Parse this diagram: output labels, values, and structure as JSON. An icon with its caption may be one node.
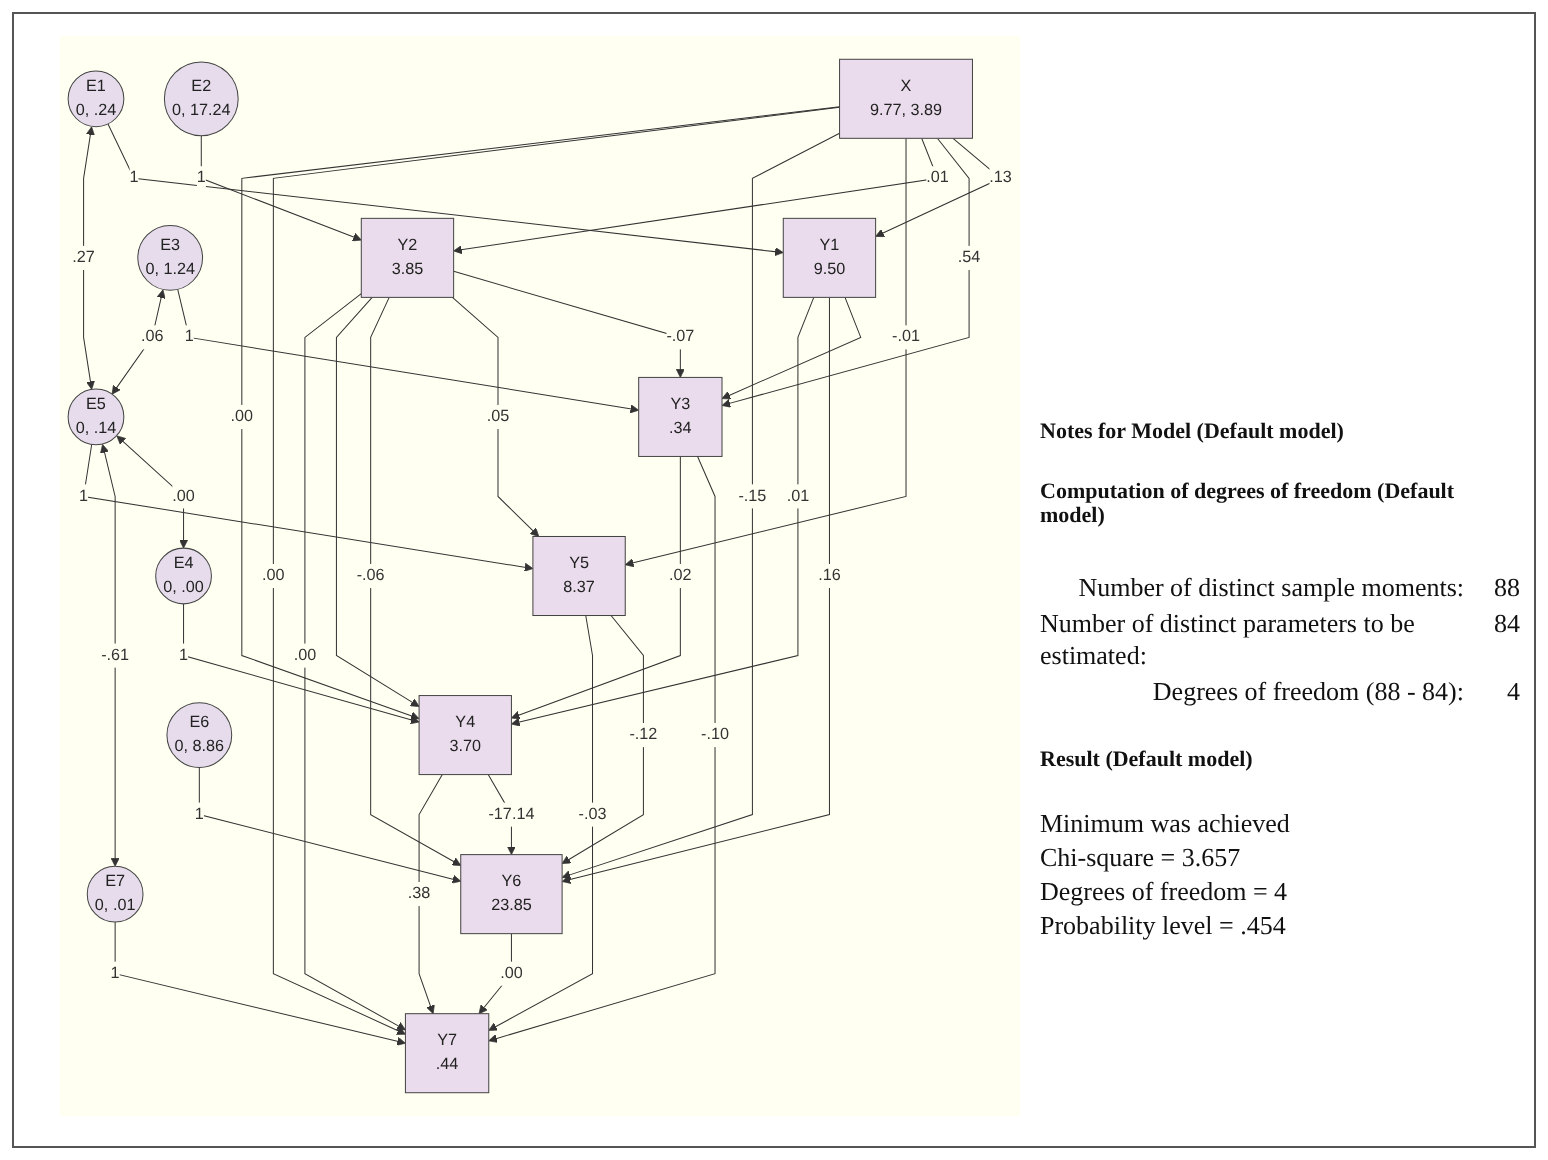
{
  "diagram": {
    "nodes": [
      {
        "text": [
          "E1",
          "0, .24"
        ]
      },
      {
        "text": [
          "X",
          "9.77, 3.89"
        ]
      },
      {
        "text": [
          "Y1",
          "9.50"
        ]
      },
      {
        "text": [
          "E3",
          "0, 1.24"
        ]
      },
      {
        "text": [
          "E2",
          "0, 17.24"
        ]
      },
      {
        "text": [
          "Y3",
          ".34"
        ]
      },
      {
        "text": [
          "Y2",
          "3.85"
        ]
      },
      {
        "text": [
          "E5",
          "0, .14"
        ]
      },
      {
        "text": [
          "Y5",
          "8.37"
        ]
      },
      {
        "text": [
          "E4",
          "0, .00"
        ]
      },
      {
        "text": [
          "Y4",
          "3.70"
        ]
      },
      {
        "text": [
          "Y6",
          "23.85"
        ]
      },
      {
        "text": [
          "Y7",
          ".44"
        ]
      },
      {
        "text": [
          "E6",
          "0, 8.86"
        ]
      },
      {
        "text": [
          "E7",
          "0, .01"
        ]
      }
    ],
    "edges": [
      {
        "from": 0,
        "to": 2,
        "arrow": "to",
        "label": "1"
      },
      {
        "from": 1,
        "to": 2,
        "arrow": "to",
        "label": ".13"
      },
      {
        "from": 3,
        "to": 5,
        "arrow": "to",
        "label": "1"
      },
      {
        "from": 2,
        "to": 5,
        "arrow": "to"
      },
      {
        "from": 1,
        "to": 5,
        "arrow": "to",
        "label": ".54"
      },
      {
        "from": 0,
        "to": 7,
        "arrow": "both",
        "label": ".27"
      },
      {
        "from": 3,
        "to": 7,
        "arrow": "both",
        "label": ".06"
      },
      {
        "from": 2,
        "to": 11,
        "arrow": "to",
        "label": ".16"
      },
      {
        "from": 2,
        "to": 10,
        "arrow": "to",
        "label": ".01"
      },
      {
        "from": 1,
        "to": 6,
        "arrow": "to",
        "label": ".01"
      },
      {
        "from": 4,
        "to": 6,
        "arrow": "to",
        "label": "1"
      },
      {
        "from": 6,
        "to": 5,
        "arrow": "to",
        "label": "-.07"
      },
      {
        "from": 7,
        "to": 9,
        "arrow": "both",
        "label": ".00"
      },
      {
        "from": 6,
        "to": 8,
        "arrow": "to",
        "label": ".05"
      },
      {
        "from": 7,
        "to": 14,
        "arrow": "both",
        "label": "-.61"
      },
      {
        "from": 1,
        "to": 8,
        "arrow": "to",
        "label": "-.01"
      },
      {
        "from": 7,
        "to": 8,
        "arrow": "to",
        "label": "1"
      },
      {
        "from": 1,
        "to": 11,
        "arrow": "to",
        "label": "-.15"
      },
      {
        "from": 5,
        "to": 12,
        "arrow": "to",
        "label": "-.10"
      },
      {
        "from": 5,
        "to": 10,
        "arrow": "to",
        "label": ".02"
      },
      {
        "from": 6,
        "to": 11,
        "arrow": "to",
        "label": "-.06"
      },
      {
        "from": 8,
        "to": 11,
        "arrow": "to",
        "label": "-.12"
      },
      {
        "from": 8,
        "to": 12,
        "arrow": "to",
        "label": "-.03"
      },
      {
        "from": 10,
        "to": 11,
        "arrow": "to",
        "label": "-17.14"
      },
      {
        "from": 1,
        "to": 12,
        "arrow": "to",
        "label": ".00"
      },
      {
        "from": 1,
        "to": 10,
        "arrow": "to",
        "label": ".00"
      },
      {
        "from": 6,
        "to": 10,
        "arrow": "to"
      },
      {
        "from": 6,
        "to": 12,
        "arrow": "to",
        "label": ".00"
      },
      {
        "from": 9,
        "to": 10,
        "arrow": "to",
        "label": "1"
      },
      {
        "from": 11,
        "to": 12,
        "arrow": "to",
        "label": ".00"
      },
      {
        "from": 10,
        "to": 12,
        "arrow": "to",
        "label": ".38"
      },
      {
        "from": 13,
        "to": 11,
        "arrow": "to",
        "label": "1"
      },
      {
        "from": 14,
        "to": 12,
        "arrow": "to",
        "label": "1"
      }
    ],
    "labels": [
      "Notes for Model (Default model)",
      "Computation of degrees of freedom (Default model)",
      "Number of distinct sample moments:",
      "88",
      "Number of distinct parameters to be estimated:",
      "84",
      "Degrees of freedom (88 - 84):",
      "4",
      "Result (Default model)",
      "Minimum was achieved",
      "Chi-square = 3.657",
      "Degrees of freedom = 4",
      "Probability level = .454"
    ]
  }
}
